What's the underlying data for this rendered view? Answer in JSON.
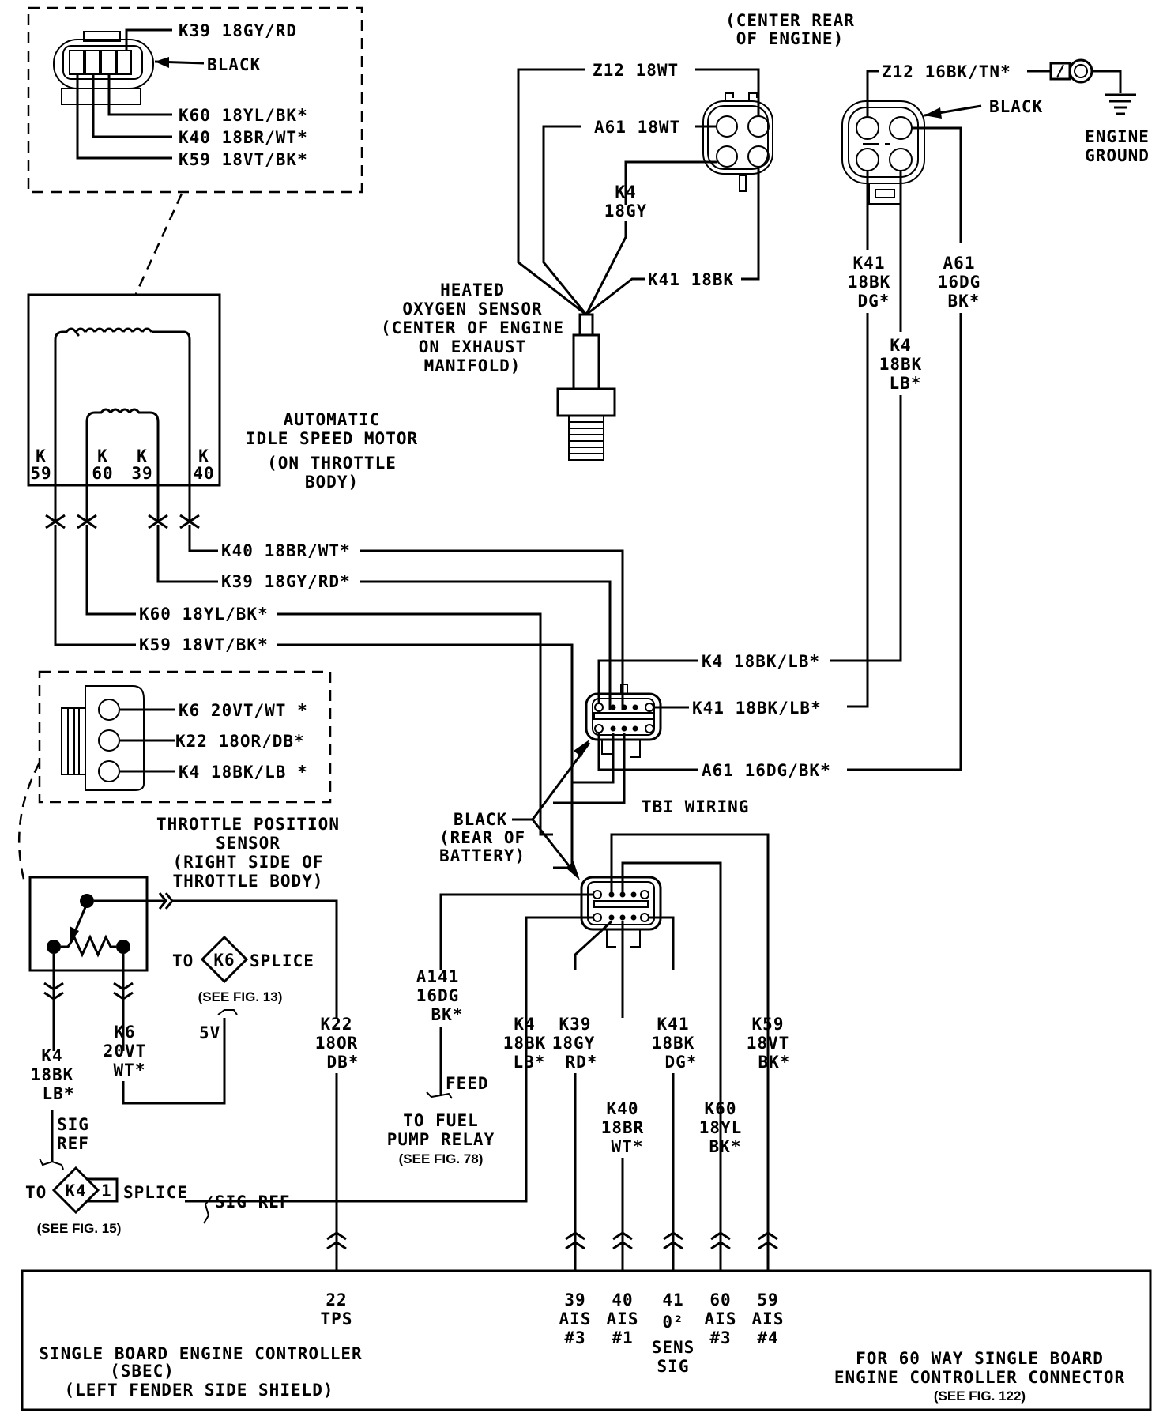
{
  "ais_connector_inset": {
    "color_label": "BLACK",
    "pins": [
      "K39 18GY/RD",
      "K60 18YL/BK*",
      "K40 18BR/WT*",
      "K59 18VT/BK*"
    ]
  },
  "ais_motor": {
    "title": [
      "AUTOMATIC",
      "IDLE SPEED MOTOR",
      "(ON THROTTLE",
      "BODY)"
    ],
    "terminals": [
      {
        "k": "K",
        "n": "59"
      },
      {
        "k": "K",
        "n": "60"
      },
      {
        "k": "K",
        "n": "39"
      },
      {
        "k": "K",
        "n": "40"
      }
    ],
    "wires": [
      "K40 18BR/WT*",
      "K39 18GY/RD*",
      "K60 18YL/BK*",
      "K59 18VT/BK*"
    ]
  },
  "o2_sensor": {
    "title": [
      "HEATED",
      "OXYGEN SENSOR",
      "(CENTER OF ENGINE",
      "ON EXHAUST",
      "MANIFOLD)"
    ],
    "connector_location": [
      "(CENTER REAR",
      "OF ENGINE)"
    ],
    "wires": {
      "z12": "Z12 18WT",
      "a61": "A61 18WT",
      "k4": [
        "K4",
        "18GY"
      ],
      "k41": "K41 18BK"
    }
  },
  "harness_connector": {
    "z12": "Z12 16BK/TN*",
    "color_label": "BLACK",
    "ground_label": [
      "ENGINE",
      "GROUND"
    ],
    "k41": [
      "K41",
      "18BK",
      "DG*"
    ],
    "a61": [
      "A61",
      "16DG",
      "BK*"
    ],
    "k4": [
      "K4",
      "18BK",
      "LB*"
    ]
  },
  "tbi": {
    "title": "TBI WIRING",
    "upper_wires": [
      "K4 18BK/LB*",
      "K41 18BK/LB*",
      "A61 16DG/BK*"
    ],
    "black_label": [
      "BLACK",
      "(REAR OF",
      "BATTERY)"
    ]
  },
  "tps_inset": {
    "pins": [
      "K6 20VT/WT *",
      "K22 18OR/DB*",
      "K4 18BK/LB *"
    ],
    "title": [
      "THROTTLE POSITION",
      "SENSOR",
      "(RIGHT SIDE OF",
      "THROTTLE BODY)"
    ]
  },
  "tps_circuit": {
    "k4": [
      "K4",
      "18BK",
      "LB*"
    ],
    "k6": [
      "K6",
      "20VT",
      "WT*"
    ],
    "k22": [
      "K22",
      "18OR",
      "DB*"
    ],
    "sig_ref": [
      "SIG",
      "REF"
    ],
    "sv": "5V",
    "k6_splice": {
      "to": "TO",
      "tag": "K6",
      "splice": "SPLICE",
      "ref": "(SEE FIG. 13)"
    },
    "k4_splice": {
      "to": "TO",
      "tag": "K4",
      "num": "1",
      "splice": "SPLICE",
      "ref": "(SEE FIG. 15)"
    },
    "sig_ref_line": "SIG REF"
  },
  "fuel": {
    "wire": [
      "A141",
      "16DG",
      "BK*"
    ],
    "feed": "FEED",
    "dest": [
      "TO FUEL",
      "PUMP RELAY"
    ],
    "ref": "(SEE FIG. 78)"
  },
  "lower_wires": [
    {
      "lines": [
        "K4",
        "18BK",
        "LB*"
      ]
    },
    {
      "lines": [
        "K39",
        "18GY",
        "RD*"
      ]
    },
    {
      "lines": [
        "K40",
        "18BR",
        "WT*"
      ]
    },
    {
      "lines": [
        "K41",
        "18BK",
        "DG*"
      ]
    },
    {
      "lines": [
        "K60",
        "18YL",
        "BK*"
      ]
    },
    {
      "lines": [
        "K59",
        "18VT",
        "BK*"
      ]
    }
  ],
  "sbec": {
    "title": [
      "SINGLE BOARD ENGINE CONTROLLER",
      "(SBEC)",
      "(LEFT FENDER SIDE SHIELD)"
    ],
    "pins": [
      {
        "num": "22",
        "lines": [
          "TPS"
        ]
      },
      {
        "num": "39",
        "lines": [
          "AIS",
          "#3"
        ]
      },
      {
        "num": "40",
        "lines": [
          "AIS",
          "#1"
        ]
      },
      {
        "num": "41",
        "lines": [
          "0²",
          "SENS",
          "SIG"
        ]
      },
      {
        "num": "60",
        "lines": [
          "AIS",
          "#3"
        ]
      },
      {
        "num": "59",
        "lines": [
          "AIS",
          "#4"
        ]
      }
    ],
    "note": [
      "FOR 60 WAY SINGLE BOARD",
      "ENGINE CONTROLLER CONNECTOR"
    ],
    "note_ref": "(SEE FIG. 122)"
  }
}
